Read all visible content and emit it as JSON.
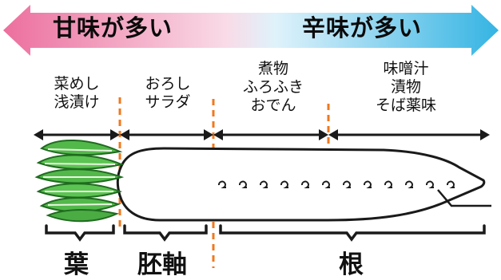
{
  "banner": {
    "sweet_label": "甘味が多い",
    "spicy_label": "辛味が多い",
    "colors": {
      "sweet": "#ec6f9d",
      "spicy": "#35b4e3",
      "middle": "#ffffff"
    }
  },
  "uses": [
    {
      "lines": [
        "菜めし",
        "浅漬け"
      ]
    },
    {
      "lines": [
        "おろし",
        "サラダ"
      ]
    },
    {
      "lines": [
        "煮物",
        "ふろふき",
        "おでん"
      ]
    },
    {
      "lines": [
        "味噌汁",
        "漬物",
        "そば薬味"
      ]
    }
  ],
  "parts": [
    {
      "label": "葉"
    },
    {
      "label": "胚軸"
    },
    {
      "label": "根"
    }
  ],
  "colors": {
    "divider": "#f0781e",
    "leaf": "#52b84a",
    "leaf_dark": "#1f6b1f",
    "outline": "#1a1a1a"
  },
  "icons": [
    "double-arrow-icon",
    "radish-illustration",
    "leader-line"
  ]
}
